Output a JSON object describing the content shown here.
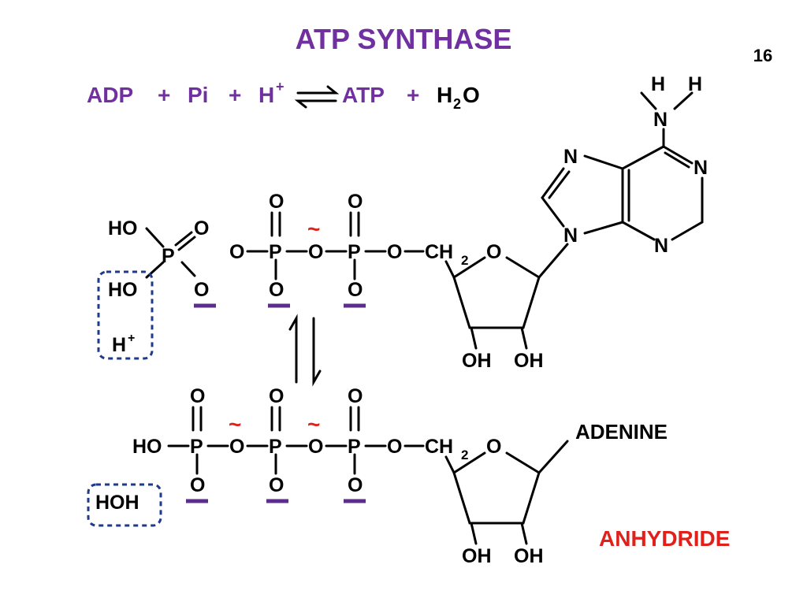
{
  "slide": {
    "title": "ATP SYNTHASE",
    "page_number": "16",
    "annotation": "ANHYDRIDE",
    "colors": {
      "title": "#7030a0",
      "accent_red": "#e0211b",
      "charge_bar": "#5b2d8e",
      "box": "#1f3a8a",
      "text": "#000000"
    }
  },
  "equation": {
    "reactants": [
      "ADP",
      "Pi",
      "H"
    ],
    "plus": "+",
    "h_charge": "+",
    "products": [
      "ATP",
      "H"
    ],
    "water_subscript": "2",
    "water_tail": "O"
  },
  "atoms": {
    "O": "O",
    "P": "P",
    "N": "N",
    "H": "H",
    "HO": "HO",
    "OH": "OH",
    "CH": "CH",
    "CH2_sub": "2",
    "H_plus": "H",
    "plus_sup": "+",
    "HOH": "HOH",
    "tilde": "~",
    "adenine": "ADENINE"
  }
}
